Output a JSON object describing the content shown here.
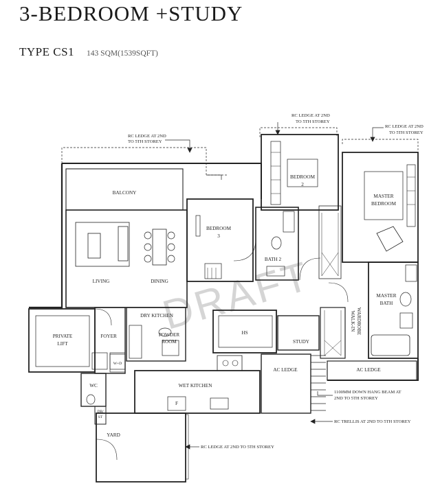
{
  "header": {
    "title": "3-BEDROOM +STUDY",
    "type_name": "TYPE CS1",
    "area": "143 SQM(1539SQFT)"
  },
  "watermark": "DRAFT",
  "rooms": {
    "balcony": "BALCONY",
    "living": "LIVING",
    "dining": "DINING",
    "bedroom3": [
      "BEDROOM",
      "3"
    ],
    "bath2": "BATH 2",
    "bedroom2": [
      "BEDROOM",
      "2"
    ],
    "master_bedroom": [
      "MASTER",
      "BEDROOM"
    ],
    "master_bath": [
      "MASTER",
      "BATH"
    ],
    "walk_in_wardrobe": [
      "WALK-IN",
      "WARDROBE"
    ],
    "private_lift": [
      "PRIVATE",
      "LIFT"
    ],
    "foyer": "FOYER",
    "dry_kitchen": "DRY KITCHEN",
    "powder_room": [
      "POWDER",
      "ROOM"
    ],
    "hs": "HS",
    "study": "STUDY",
    "ac_ledge_1": "AC LEDGE",
    "ac_ledge_2": "AC LEDGE",
    "wet_kitchen": "WET KITCHEN",
    "wc": "WC",
    "db_st": [
      "DB/",
      "ST"
    ],
    "wd": "W+D",
    "fridge": "F",
    "yard": "YARD"
  },
  "annotations": {
    "rc_ledge_left": [
      "RC LEDGE AT 2ND",
      "TO 5TH STOREY"
    ],
    "rc_ledge_mid": [
      "RC LEDGE AT 2ND",
      "TO 5TH STOREY"
    ],
    "rc_ledge_right": [
      "RC LEDGE AT 2ND",
      "TO 5TH STOREY"
    ],
    "beam": [
      "1100MM DOWN HANG BEAM AT",
      "2ND TO 5TH STOREY"
    ],
    "trellis": "RC TRELLIS AT 2ND TO 5TH STOREY",
    "rc_ledge_bottom": "RC LEDGE AT 2ND TO 5TH STOREY"
  }
}
